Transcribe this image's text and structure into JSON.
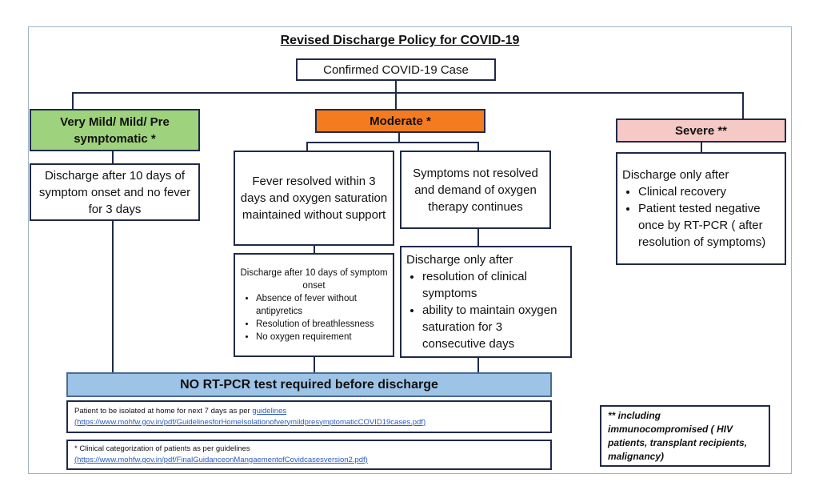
{
  "title": "Revised Discharge Policy for COVID-19",
  "root": "Confirmed  COVID-19 Case",
  "colors": {
    "mild": "#9ed27c",
    "moderate": "#f47b20",
    "severe": "#f5c9c6",
    "rtpcr": "#9dc3e6",
    "line": "#1f2a4a"
  },
  "mild": {
    "label": "Very Mild/ Mild/ Pre symptomatic *",
    "discharge": "Discharge after 10 days of symptom onset and no fever for 3 days"
  },
  "moderate": {
    "label": "Moderate *",
    "branch_a": "Fever resolved within 3 days and oxygen saturation maintained without support",
    "branch_b": "Symptoms not resolved and demand of oxygen therapy continues",
    "discharge_a": {
      "heading": "Discharge after 10 days of symptom onset",
      "items": [
        "Absence of fever without antipyretics",
        "Resolution of breathlessness",
        "No oxygen requirement"
      ]
    },
    "discharge_b": {
      "heading": "Discharge only after",
      "items": [
        "resolution of clinical symptoms",
        "ability to maintain oxygen saturation for 3 consecutive days"
      ]
    }
  },
  "severe": {
    "label": "Severe **",
    "heading": "Discharge only after",
    "items": [
      "Clinical recovery",
      "Patient tested negative once by RT-PCR ( after resolution of symptoms)"
    ]
  },
  "rtpcr": "NO RT-PCR test required before discharge",
  "isolation": {
    "text": "Patient to be isolated at home for next 7 days as per ",
    "link": "guidelines",
    "url": "(https://www.mohfw.gov.in/pdf/GuidelinesforHomeIsolationofverymildpresymptomaticCOVID19cases.pdf)"
  },
  "categorization": {
    "text": "* Clinical categorization of patients  as per guidelines",
    "url": "(https://www.mohfw.gov.in/pdf/FinalGuidanceonMangaementofCovidcasesversion2.pdf)"
  },
  "note": "** including immunocompromised ( HIV patients, transplant recipients, malignancy)"
}
